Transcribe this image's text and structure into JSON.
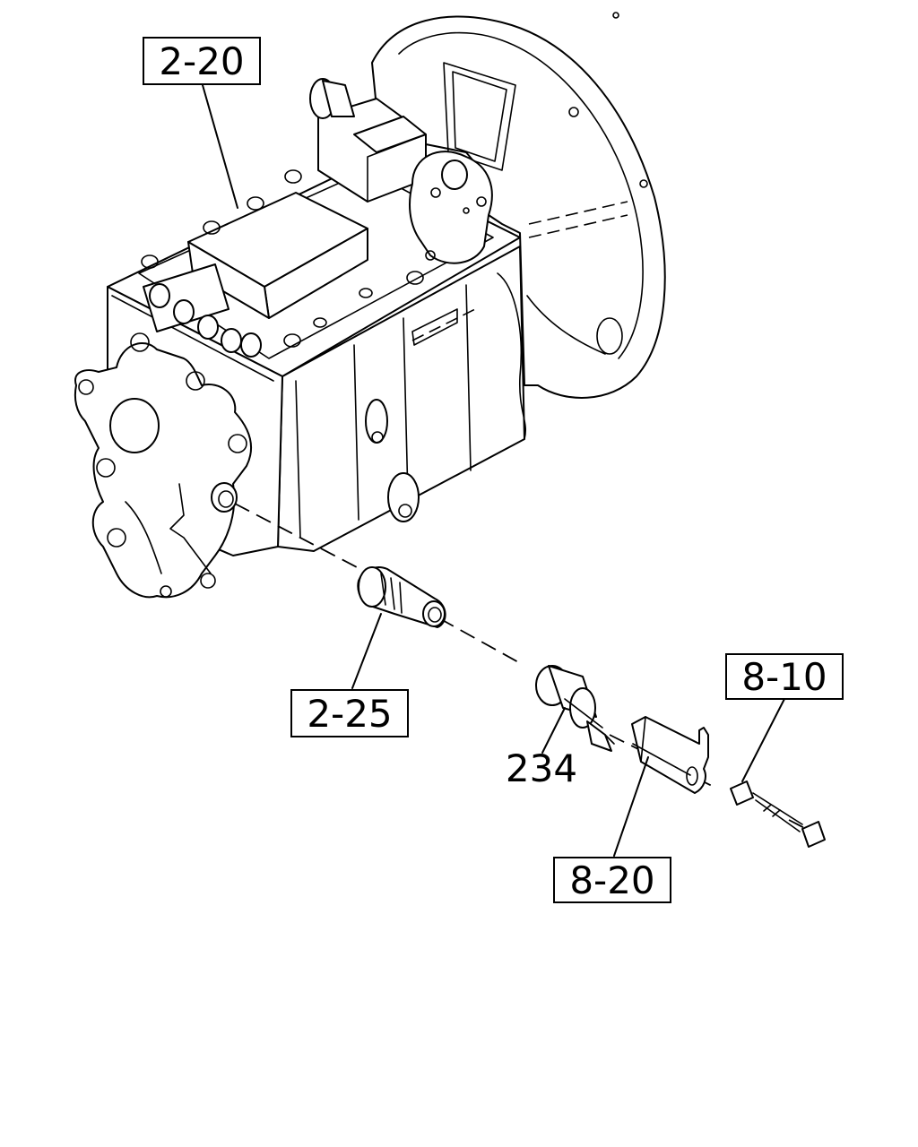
{
  "callouts": {
    "ref_2_20": "2-20",
    "ref_2_25": "2-25",
    "part_234": "234",
    "ref_8_10": "8-10",
    "ref_8_20": "8-20"
  }
}
